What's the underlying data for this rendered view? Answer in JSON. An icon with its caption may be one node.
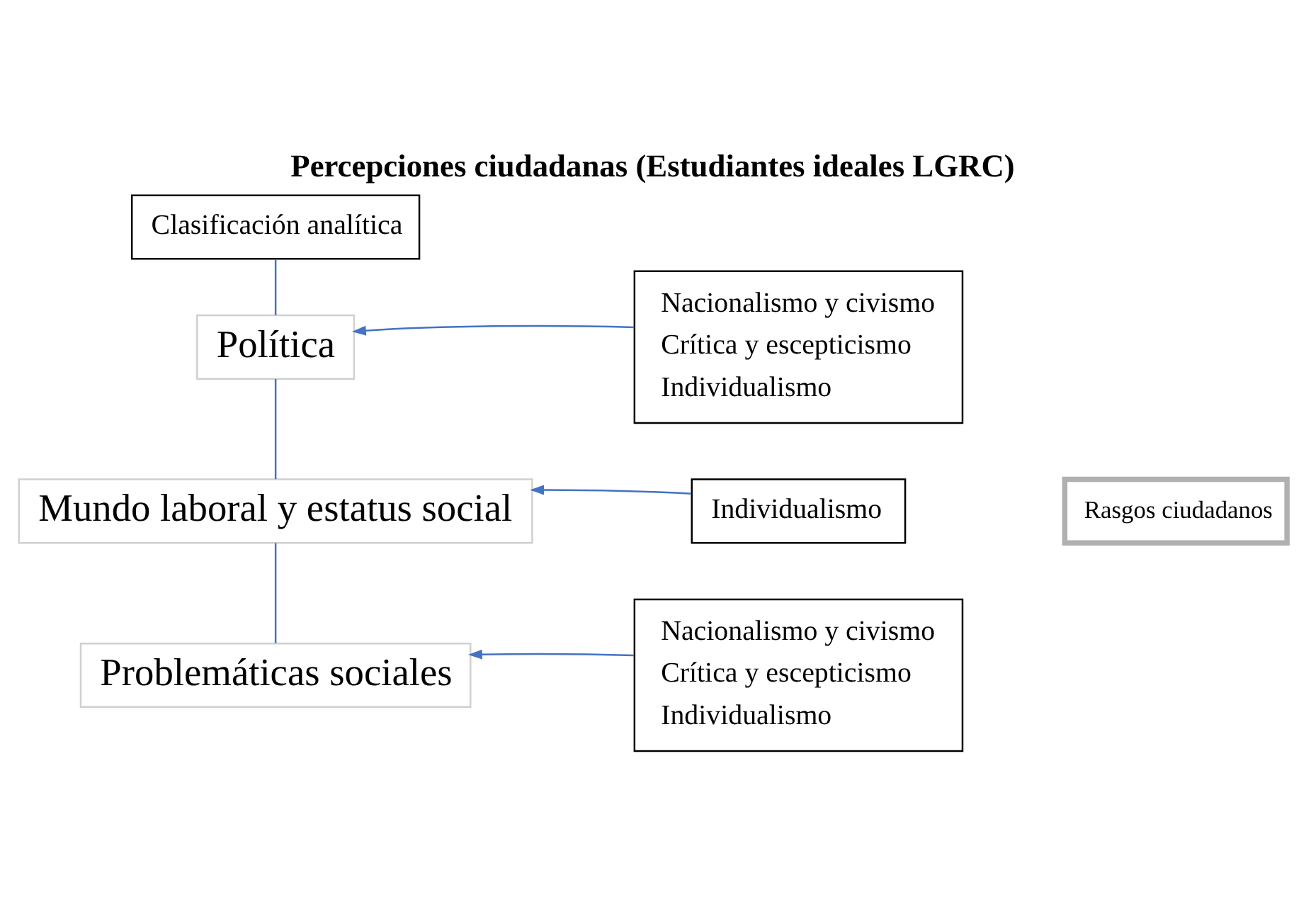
{
  "diagram": {
    "title": "Percepciones ciudadanas (Estudiantes ideales LGRC)",
    "nodes": [
      {
        "text": [
          "Clasificación analítica"
        ]
      },
      {
        "text": [
          "Política"
        ]
      },
      {
        "text": [
          "Nacionalismo y civismo",
          "Crítica y escepticismo",
          "Individualismo"
        ]
      },
      {
        "text": [
          "Mundo laboral y estatus social"
        ]
      },
      {
        "text": [
          "Individualismo"
        ]
      },
      {
        "text": [
          "Problemáticas sociales"
        ]
      },
      {
        "text": [
          "Nacionalismo y civismo",
          "Crítica y escepticismo",
          "Individualismo"
        ]
      },
      {
        "text": [
          "Rasgos ciudadanos"
        ]
      }
    ],
    "edges": [
      {
        "from": 0,
        "to": 1,
        "arrow": "none"
      },
      {
        "from": 2,
        "to": 1,
        "arrow": "to"
      },
      {
        "from": 1,
        "to": 3,
        "arrow": "none"
      },
      {
        "from": 4,
        "to": 3,
        "arrow": "to"
      },
      {
        "from": 3,
        "to": 5,
        "arrow": "none"
      },
      {
        "from": 6,
        "to": 5,
        "arrow": "to"
      }
    ]
  }
}
